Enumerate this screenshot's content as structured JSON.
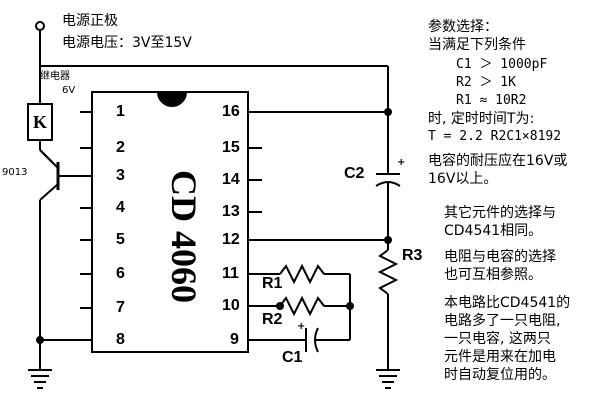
{
  "power": {
    "line1": "电源正极",
    "line2": "电源电压：3V至15V"
  },
  "relay": {
    "name": "继电器",
    "voltage": "6V",
    "symbol": "K"
  },
  "transistor": {
    "model": "9013"
  },
  "chip": {
    "name": "CD 4060",
    "pins_left": [
      "1",
      "2",
      "3",
      "4",
      "5",
      "6",
      "7",
      "8"
    ],
    "pins_right": [
      "16",
      "15",
      "14",
      "13",
      "12",
      "11",
      "10",
      "9"
    ]
  },
  "components": {
    "c2": "C2",
    "r3": "R3",
    "r1": "R1",
    "r2": "R2",
    "c1": "C1",
    "plus": "+"
  },
  "notes": {
    "title": "参数选择：",
    "condition": "当满足下列条件",
    "c1_rule": "C1 ＞ 1000pF",
    "r2_rule": "R2 ＞ 1K",
    "r1_rule": "R1 ≈ 10R2",
    "timing_intro": "时, 定时时间T为:",
    "timing_formula": "T = 2.2 R2C1×8192",
    "cap_note_1": "电容的耐压应在16V或",
    "cap_note_2": "16V以上。",
    "other_1": "其它元件的选择与",
    "other_2": "CD4541相同。",
    "rc_1": "电阻与电容的选择",
    "rc_2": "也可互相参照。",
    "compare_1": "本电路比CD4541的",
    "compare_2": "电路多了一只电阻,",
    "compare_3": "一只电容, 这两只",
    "compare_4": "元件是用来在加电",
    "compare_5": "时自动复位用的。"
  }
}
